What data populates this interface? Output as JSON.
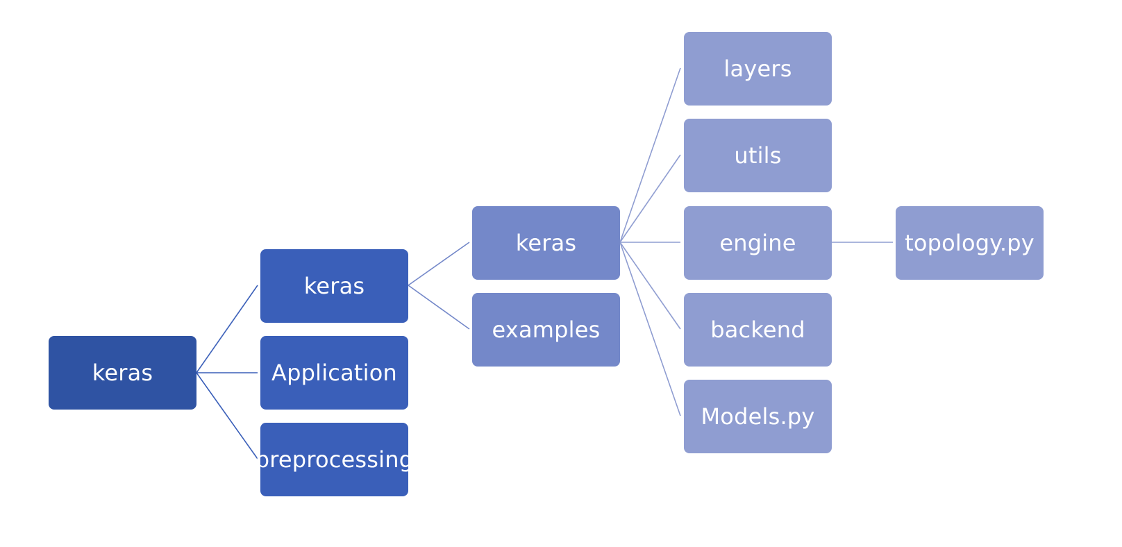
{
  "nodes": {
    "root": "keras",
    "level1": [
      "keras",
      "Application",
      "preprocessing"
    ],
    "level2": [
      "keras",
      "examples"
    ],
    "level3": [
      "layers",
      "utils",
      "engine",
      "backend",
      "Models.py"
    ],
    "level4": [
      "topology.py"
    ]
  },
  "colors": {
    "level0": "#2f53a3",
    "level1": "#3a5fb9",
    "level2": "#7488c9",
    "level3": "#8f9dd1",
    "text": "#ffffff"
  }
}
